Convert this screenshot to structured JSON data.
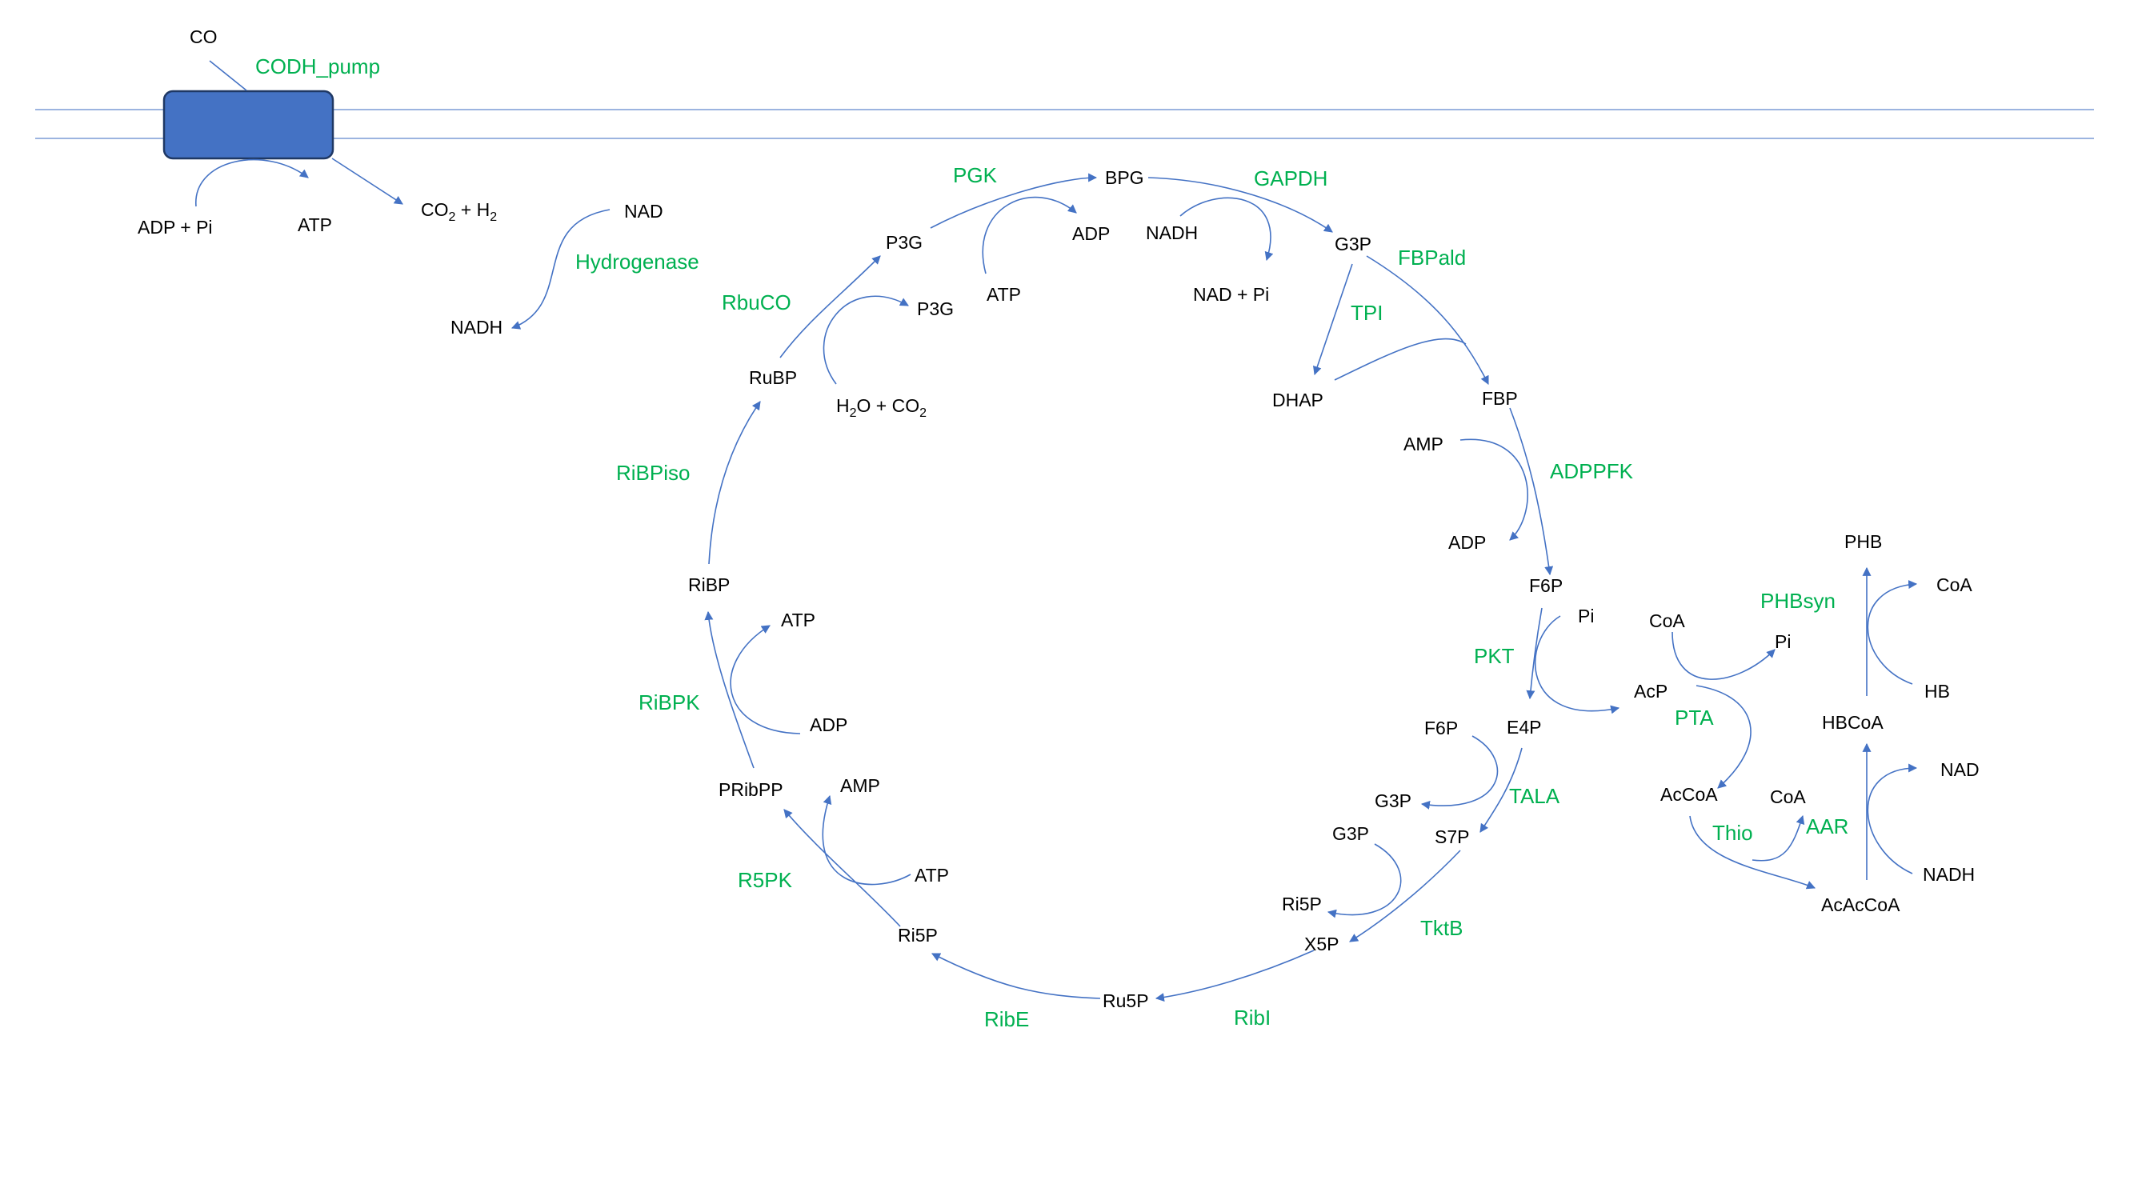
{
  "colors": {
    "metabolite": "#000000",
    "enzyme": "#00b050",
    "arrow": "#4472c4",
    "membrane": "#8eaadb",
    "pump_fill": "#4472c4",
    "pump_stroke": "#1f3864"
  },
  "metabolites": {
    "co": "CO",
    "adp_pi": "ADP + Pi",
    "atp_pump": "ATP",
    "co2_h2": {
      "a": "CO",
      "a_sub": "2",
      "b": " + H",
      "b_sub": "2"
    },
    "nad_hyd": "NAD",
    "nadh_hyd": "NADH",
    "bpg": "BPG",
    "adp_pgk": "ADP",
    "atp_pgk": "ATP",
    "nadh_gapdh": "NADH",
    "nad_pi": "NAD + Pi",
    "g3p_top": "G3P",
    "p3g_a": "P3G",
    "p3g_b": "P3G",
    "rubp": "RuBP",
    "h2o_co2": {
      "a": "H",
      "a_sub": "2",
      "b": "O + CO",
      "b_sub": "2"
    },
    "dhap": "DHAP",
    "fbp": "FBP",
    "amp_pfk": "AMP",
    "adp_pfk": "ADP",
    "f6p_main": "F6P",
    "pi_pkt": "Pi",
    "e4p": "E4P",
    "f6p_tala": "F6P",
    "g3p_tala": "G3P",
    "s7p": "S7P",
    "g3p_tkt": "G3P",
    "ri5p_tkt": "Ri5P",
    "x5p": "X5P",
    "ru5p": "Ru5P",
    "ri5p": "Ri5P",
    "pribpp": "PRibPP",
    "amp_r5pk": "AMP",
    "atp_r5pk": "ATP",
    "ribp": "RiBP",
    "atp_ribpk": "ATP",
    "adp_ribpk": "ADP",
    "coa_pta": "CoA",
    "pi_pta": "Pi",
    "acp": "AcP",
    "accoa": "AcCoA",
    "coa_thio": "CoA",
    "acaccoa": "AcAcCoA",
    "phb": "PHB",
    "coa_phb": "CoA",
    "hb": "HB",
    "hbcoa": "HBCoA",
    "nad_aar": "NAD",
    "nadh_aar": "NADH"
  },
  "enzymes": {
    "codh_pump": "CODH_pump",
    "hydrogenase": "Hydrogenase",
    "pgk": "PGK",
    "gapdh": "GAPDH",
    "fbpald": "FBPald",
    "tpi": "TPI",
    "rbuco": "RbuCO",
    "ribpiso": "RiBPiso",
    "adppfk": "ADPPFK",
    "pkt": "PKT",
    "tala": "TALA",
    "tktb": "TktB",
    "ribi": "RibI",
    "ribe": "RibE",
    "r5pk": "R5PK",
    "ribpk": "RiBPK",
    "pta": "PTA",
    "thio": "Thio",
    "aar": "AAR",
    "phbsyn": "PHBsyn"
  }
}
